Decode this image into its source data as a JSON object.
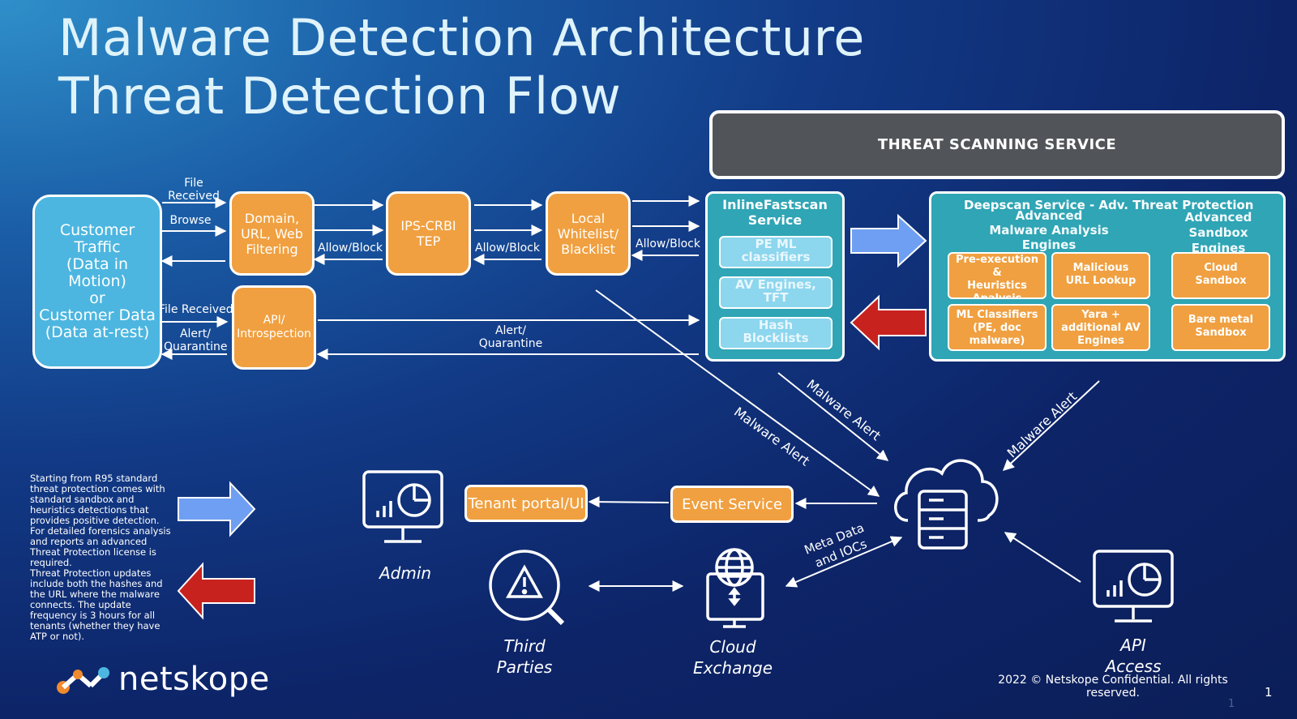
{
  "title": {
    "line1": "Malware Detection Architecture",
    "line2": "Threat Detection Flow"
  },
  "colors": {
    "orange": "#f0a040",
    "customer_blue": "#4cb6e0",
    "teal": "#2fa5b5",
    "tss_gray": "#515458",
    "arrow_blue": "#6f9ff2",
    "arrow_red": "#c8221f",
    "logo_orange": "#f08a2e"
  },
  "customer": {
    "line1": "Customer",
    "line2": "Traffic",
    "line3": "(Data in",
    "line4": "Motion)",
    "line5": "or",
    "line6": "Customer Data",
    "line7": "(Data at-rest)"
  },
  "boxes": {
    "domain_line1": "Domain,",
    "domain_line2": "URL, Web",
    "domain_line3": "Filtering",
    "ips_line1": "IPS-CRBI",
    "ips_line2": "TEP",
    "local_line1": "Local",
    "local_line2": "Whitelist/",
    "local_line3": "Blacklist",
    "api_line1": "API/",
    "api_line2": "Introspection"
  },
  "labels": {
    "file_received_1a": "File",
    "file_received_1b": "Received",
    "browse": "Browse",
    "allow_block_1": "Allow/Block",
    "allow_block_2": "Allow/Block",
    "allow_block_3": "Allow/Block",
    "file_received_2": "File Received",
    "alert_q_1a": "Alert/",
    "alert_q_1b": "Quarantine",
    "alert_q_2a": "Alert/",
    "alert_q_2b": "Quarantine",
    "malware_alert_1": "Malware Alert",
    "malware_alert_2": "Malware Alert",
    "malware_alert_3": "Malware Alert",
    "meta_data_1": "Meta Data",
    "meta_data_2": "and IOCs"
  },
  "tss": {
    "title": "THREAT SCANNING SERVICE"
  },
  "inline": {
    "title_line1": "InlineFastscan",
    "title_line2": "Service",
    "items": [
      {
        "l1": "PE  ML",
        "l2": "classifiers"
      },
      {
        "l1": "AV Engines,",
        "l2": "TFT"
      },
      {
        "l1": "Hash",
        "l2": "Blocklists"
      }
    ]
  },
  "deepscan": {
    "title": "Deepscan Service - Adv. Threat Protection",
    "mal_analysis_1": "Advanced",
    "mal_analysis_2": "Malware Analysis",
    "mal_analysis_3": "Engines",
    "sandbox_1": "Advanced",
    "sandbox_2": "Sandbox",
    "sandbox_3": "Engines",
    "pre_exec_1": "Pre-execution",
    "pre_exec_2": "&",
    "pre_exec_3": "Heuristics",
    "pre_exec_4": "Analysis",
    "mal_url_1": "Malicious",
    "mal_url_2": "URL Lookup",
    "ml_cls_1": "ML Classifiers",
    "ml_cls_2": "(PE, doc",
    "ml_cls_3": "malware)",
    "yara_1": "Yara +",
    "yara_2": "additional AV",
    "yara_3": "Engines",
    "cloud_sb_1": "Cloud",
    "cloud_sb_2": "Sandbox",
    "bare_1": "Bare metal",
    "bare_2": "Sandbox"
  },
  "bottom": {
    "tenant_portal": "Tenant portal/UI",
    "event_service": "Event Service",
    "admin": "Admin",
    "third_1": "Third",
    "third_2": "Parties",
    "cloud_ex_1": "Cloud",
    "cloud_ex_2": "Exchange",
    "api_1": "API",
    "api_2": "Access"
  },
  "note": {
    "lines": [
      "Starting from R95 standard",
      "threat protection comes with",
      "standard sandbox and",
      "heuristics detections that",
      "provides positive detection.",
      "For detailed forensics analysis",
      "and reports an advanced",
      "Threat Protection license is",
      "required.",
      "Threat Protection updates",
      "include both the hashes and",
      "the URL where the malware",
      "connects. The update",
      "frequency is 3 hours for all",
      "tenants (whether they have",
      "ATP or not)."
    ]
  },
  "footer": {
    "logo_text": "netskope",
    "copyright_1": "2022 © Netskope Confidential. All rights",
    "copyright_2": "reserved.",
    "page_number": "1",
    "page_number_faint": "1"
  }
}
